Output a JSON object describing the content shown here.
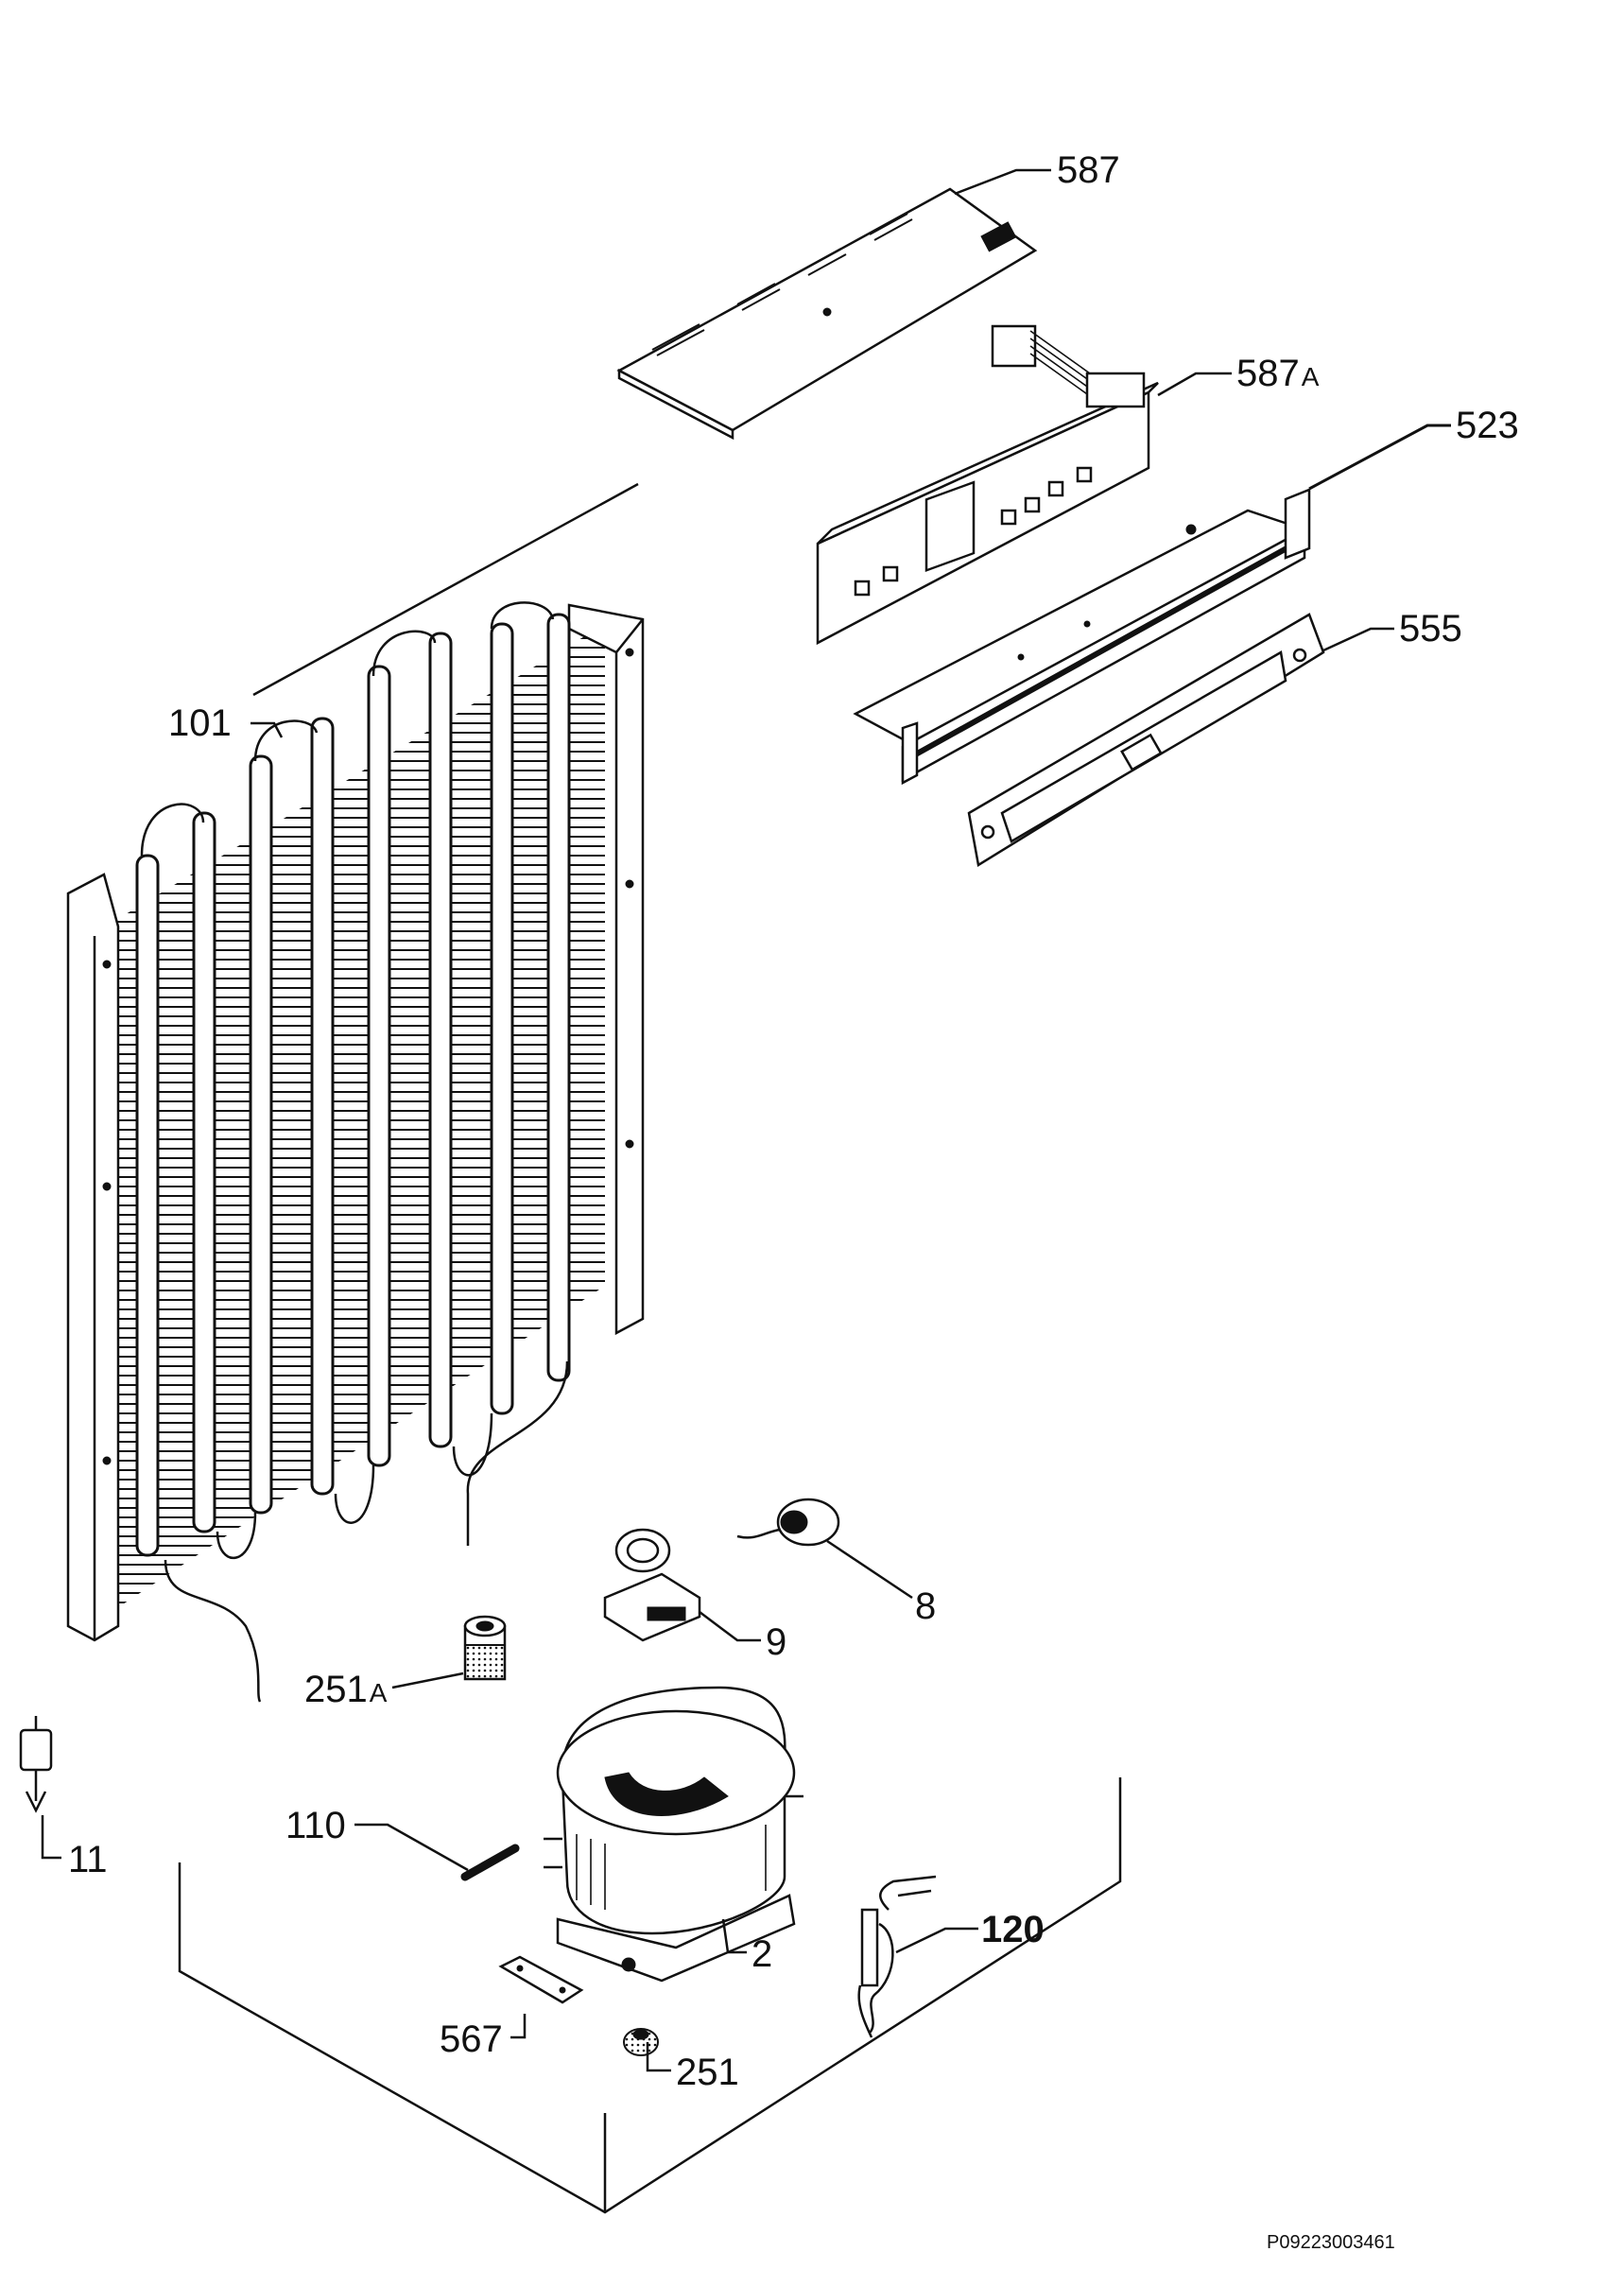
{
  "diagram": {
    "callouts": [
      {
        "id": "587",
        "text": "587"
      },
      {
        "id": "587A",
        "text": "587",
        "suffix": "A"
      },
      {
        "id": "523",
        "text": "523"
      },
      {
        "id": "555",
        "text": "555"
      },
      {
        "id": "101",
        "text": "101"
      },
      {
        "id": "8",
        "text": "8"
      },
      {
        "id": "9",
        "text": "9"
      },
      {
        "id": "251A",
        "text": "251",
        "suffix": "A"
      },
      {
        "id": "110",
        "text": "110"
      },
      {
        "id": "11",
        "text": "11"
      },
      {
        "id": "2",
        "text": "2"
      },
      {
        "id": "120",
        "text": "120"
      },
      {
        "id": "567",
        "text": "567"
      },
      {
        "id": "251",
        "text": "251"
      }
    ],
    "drawing_code": "P09223003461"
  },
  "colors": {
    "ink": "#111111",
    "paper": "#ffffff"
  }
}
